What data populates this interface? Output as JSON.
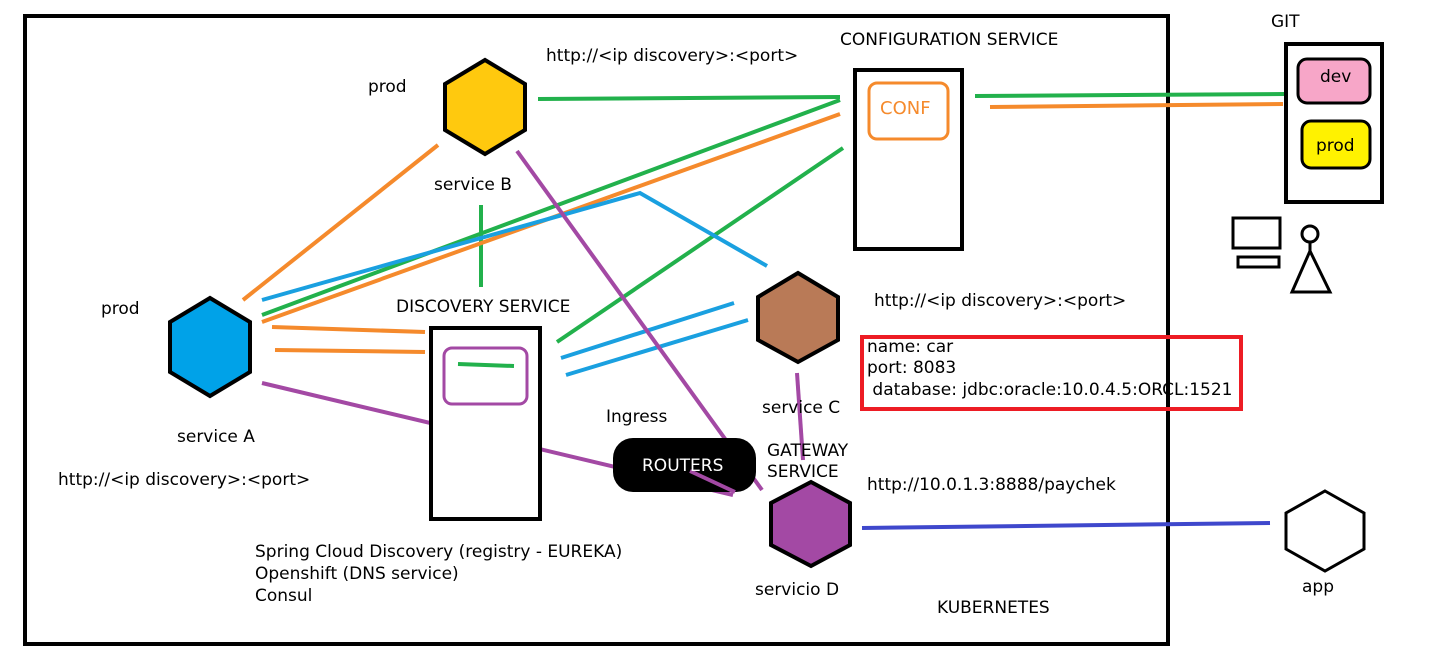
{
  "colors": {
    "green": "#22b14c",
    "orange": "#f58a2c",
    "blue": "#1aa0e0",
    "purple": "#a349a4",
    "navy": "#3f48cc",
    "red": "#ed1c24",
    "service_a_fill": "#00a2e8",
    "service_b_fill": "#ffc90e",
    "service_c_fill": "#b97a57",
    "service_d_fill": "#a349a4",
    "git_dev_fill": "#f7a6c8",
    "git_prod_fill": "#fff200",
    "conf_text": "#f58a2c"
  },
  "labels": {
    "git": "GIT",
    "config_title": "CONFIGURATION SERVICE",
    "config_url": "http://<ip discovery>:<port>",
    "conf_box": "CONF",
    "git_dev": "dev",
    "git_prod": "prod",
    "prod_b": "prod",
    "service_b": "service B",
    "prod_a": "prod",
    "service_a": "service A",
    "url_a": "http://<ip discovery>:<port>",
    "discovery_title": "DISCOVERY SERVICE",
    "discovery_options": "Spring Cloud Discovery (registry - EUREKA)\nOpenshift (DNS service)\nConsul",
    "url_c": "http://<ip discovery>:<port>",
    "service_c": "service C",
    "car_config": "name: car\nport: 8083\n database: jdbc:oracle:10.0.4.5:ORCL:1521",
    "ingress": "Ingress",
    "routers": "ROUTERS",
    "gateway": "GATEWAY\nSERVICE",
    "gateway_url": "http://10.0.1.3:8888/paychek",
    "servicio_d": "servicio D",
    "kubernetes": "KUBERNETES",
    "app": "app"
  },
  "icons": [
    "monitor-icon",
    "person-icon",
    "hexagon-icon"
  ]
}
